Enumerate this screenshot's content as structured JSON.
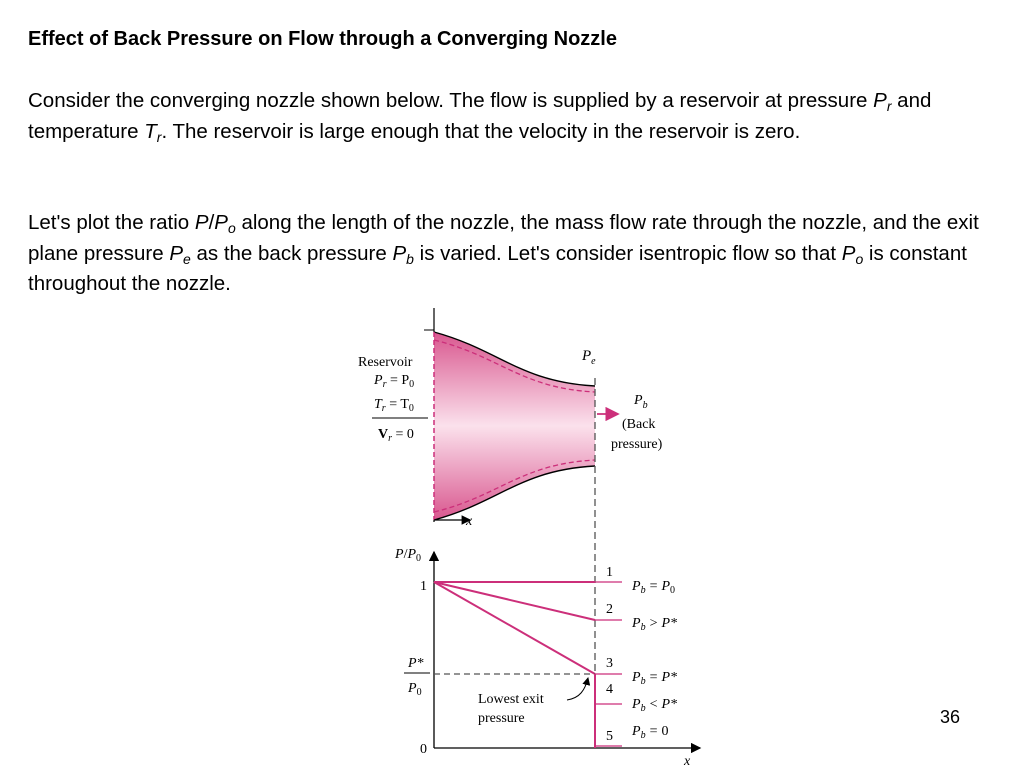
{
  "title": "Effect of Back Pressure on Flow through a Converging Nozzle",
  "para1": {
    "t1": "Consider the converging nozzle shown below.  The flow is supplied by a reservoir at pressure ",
    "pr_var": "P",
    "pr_sub": "r",
    "t2": " and temperature ",
    "tr_var": "T",
    "tr_sub": "r",
    "t3": ".  The reservoir is large enough that the velocity in the reservoir is zero."
  },
  "para2": {
    "t1": "Let's plot the ratio ",
    "ratio_num": "P",
    "slash": "/",
    "ratio_den": "P",
    "ratio_den_sub": "o",
    "t2": " along the length of the nozzle, the mass flow rate through the nozzle, and the exit plane pressure ",
    "pe_var": "P",
    "pe_sub": "e",
    "t3": " as the back pressure ",
    "pb_var": "P",
    "pb_sub": "b",
    "t4": " is varied.  Let's consider isentropic flow so that ",
    "po_var": "P",
    "po_sub": "o",
    "t5": " is constant throughout the nozzle."
  },
  "nozzle": {
    "reservoir_label": "Reservoir",
    "res_pressure": {
      "var": "P",
      "sub": "r",
      "eq": " = P",
      "num": "0"
    },
    "res_temperature": {
      "var": "T",
      "sub": "r",
      "eq": " = T",
      "num": "0"
    },
    "res_velocity": {
      "var": "V",
      "sub": "r",
      "eq": " = 0"
    },
    "exit_label": {
      "var": "P",
      "sub": "e"
    },
    "back_label": {
      "var": "P",
      "sub": "b"
    },
    "back_text1": "(Back",
    "back_text2": "pressure)",
    "x_label": "x"
  },
  "plot": {
    "y_label": {
      "var": "P",
      "slash": "/",
      "var2": "P",
      "num": "0"
    },
    "y_tick_1": "1",
    "y_tick_0": "0",
    "pstar_num": "P*",
    "pstar_den": {
      "var": "P",
      "num": "0"
    },
    "x_label": "x",
    "annotation1": "Lowest exit",
    "annotation2": "pressure",
    "cases": [
      {
        "num": "1",
        "var": "P",
        "sub": "b",
        "op": "=",
        "rhs": "P",
        "rhs_sub": "0"
      },
      {
        "num": "2",
        "var": "P",
        "sub": "b",
        "op": ">",
        "rhs": "P*",
        "rhs_sub": ""
      },
      {
        "num": "3",
        "var": "P",
        "sub": "b",
        "op": "=",
        "rhs": "P*",
        "rhs_sub": ""
      },
      {
        "num": "4",
        "var": "P",
        "sub": "b",
        "op": "<",
        "rhs": "P*",
        "rhs_sub": ""
      },
      {
        "num": "5",
        "var": "P",
        "sub": "b",
        "op": "=",
        "rhs": "0",
        "rhs_sub": ""
      }
    ]
  },
  "page_number": "36",
  "colors": {
    "accent": "#cc2f7a",
    "fill_light": "#f7c6da",
    "fill_dark": "#d9578f"
  }
}
